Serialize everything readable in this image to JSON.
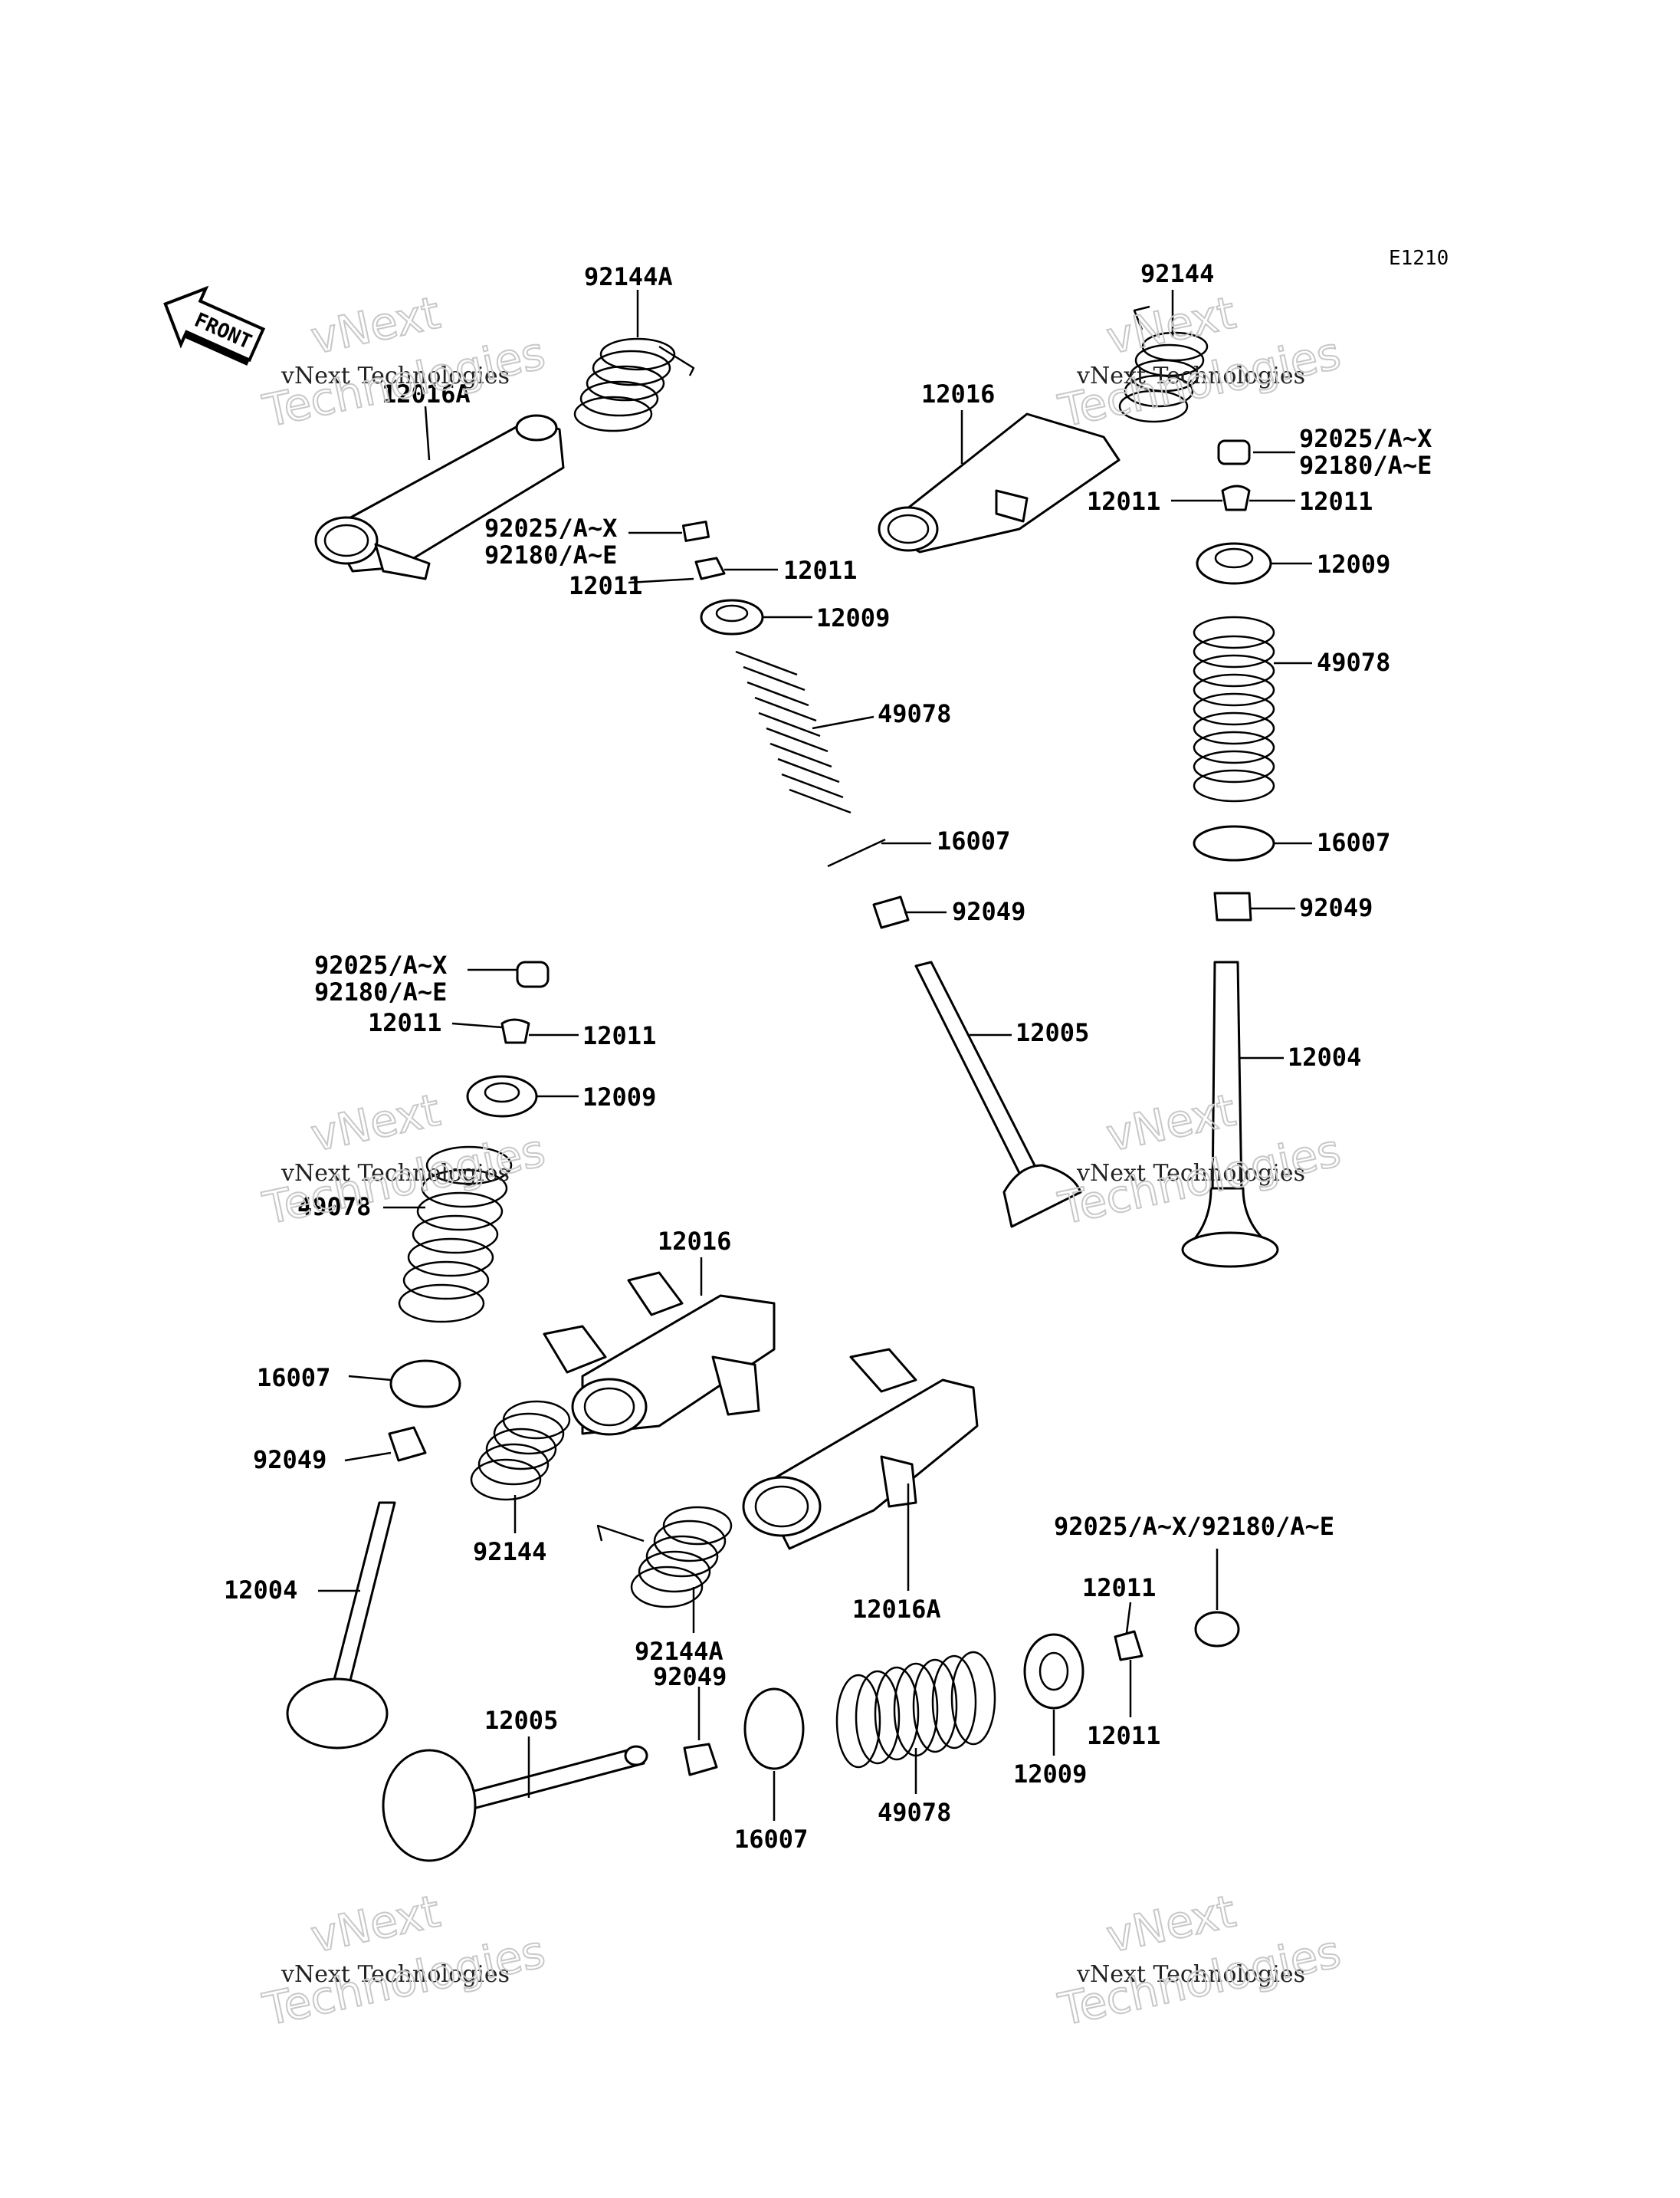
{
  "diagram_code": "E1210",
  "front_label": "FRONT",
  "watermark": {
    "brand": "vNext",
    "company": "vNext Technologies",
    "word": "Technologies"
  },
  "labels": [
    "92144A",
    "12016A",
    "92025/A~X",
    "92180/A~E",
    "12011",
    "12011",
    "12009",
    "49078",
    "16007",
    "92049",
    "12005",
    "92144",
    "12016",
    "92025/A~X",
    "92180/A~E",
    "12011",
    "12011",
    "12009",
    "49078",
    "16007",
    "92049",
    "12004",
    "92025/A~X",
    "92180/A~E",
    "12011",
    "12011",
    "12009",
    "49078",
    "16007",
    "92049",
    "12004",
    "12005",
    "12016",
    "92144",
    "12016A",
    "92144A",
    "92049",
    "16007",
    "49078",
    "12009",
    "12011",
    "12011",
    "92025/A~X/92180/A~E"
  ]
}
